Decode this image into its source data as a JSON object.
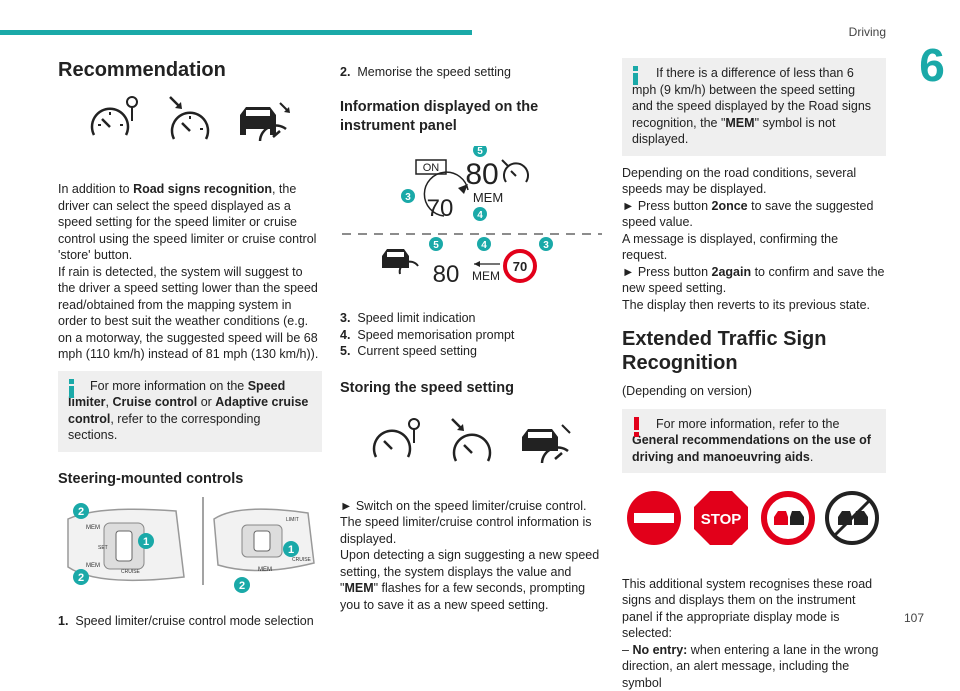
{
  "header": {
    "section": "Driving",
    "chapter": "6",
    "page_number": "107"
  },
  "col1": {
    "title": "Recommendation",
    "para1_a": "In addition to ",
    "para1_b": "Road signs recognition",
    "para1_c": ", the driver can select the speed displayed as a speed setting for the speed limiter or cruise control using the speed limiter or cruise control 'store' button.",
    "para2": "If rain is detected, the system will suggest to the driver a speed setting lower than the speed read/obtained from the mapping system in order to best suit the weather conditions (e.g. on a motorway, the suggested speed will be 68 mph (110 km/h) instead of 81 mph (130 km/h)).",
    "note_a": "For more information on the ",
    "note_b": "Speed limiter",
    "note_c": ", ",
    "note_d": "Cruise control",
    "note_e": " or ",
    "note_f": "Adaptive cruise control",
    "note_g": ", refer to the corresponding sections.",
    "heading2": "Steering-mounted controls",
    "caption_num": "1.",
    "caption_text": "Speed limiter/cruise control mode selection",
    "ctrl_labels": {
      "mem": "MEM",
      "set": "SET",
      "limit": "LIMIT",
      "cruise": "CRUISE",
      "n1": "1",
      "n2": "2"
    }
  },
  "col2": {
    "item2_num": "2.",
    "item2_text": "Memorise the speed setting",
    "heading_info": "Information displayed on the instrument panel",
    "panel": {
      "on": "ON",
      "speed": "80",
      "mem": "MEM",
      "limit": "70",
      "n3": "3",
      "n4": "4",
      "n5": "5"
    },
    "list": [
      {
        "num": "3.",
        "text": "Speed limit indication"
      },
      {
        "num": "4.",
        "text": "Speed memorisation prompt"
      },
      {
        "num": "5.",
        "text": "Current speed setting"
      }
    ],
    "heading_store": "Storing the speed setting",
    "store_a": "► Switch on the speed limiter/cruise control.",
    "store_b": "The speed limiter/cruise control information is displayed.",
    "store_c": "Upon detecting a sign suggesting a new speed setting, the system displays the value and \"",
    "store_d": "MEM",
    "store_e": "\" flashes for a few seconds, prompting you to save it as a new speed setting."
  },
  "col3": {
    "note_a": "If there is a difference of less than 6 mph (9 km/h) between the speed setting and the speed displayed by the Road signs recognition, the \"",
    "note_b": "MEM",
    "note_c": "\" symbol is not displayed.",
    "p1": "Depending on the road conditions, several speeds may be displayed.",
    "p2a": "► Press button ",
    "p2b": "2once",
    "p2c": " to save the suggested speed value.",
    "p3": "A message is displayed, confirming the request.",
    "p4a": "► Press button ",
    "p4b": "2again",
    "p4c": " to confirm and save the new speed setting.",
    "p5": "The display then reverts to its previous state.",
    "title": "Extended Traffic Sign Recognition",
    "version": "(Depending on version)",
    "warn_a": "For more information, refer to the ",
    "warn_b": "General recommendations on the use of driving and manoeuvring aids",
    "warn_c": ".",
    "stop_text": "STOP",
    "p6": "This additional system recognises these road signs and displays them on the instrument panel if the appropriate display mode is selected:",
    "p7a": "– ",
    "p7b": "No entry:",
    "p7c": " when entering a lane in the wrong direction, an alert message, including the symbol"
  },
  "colors": {
    "accent": "#1aa9a8",
    "red": "#e2001a",
    "note_bg": "#efefef"
  }
}
